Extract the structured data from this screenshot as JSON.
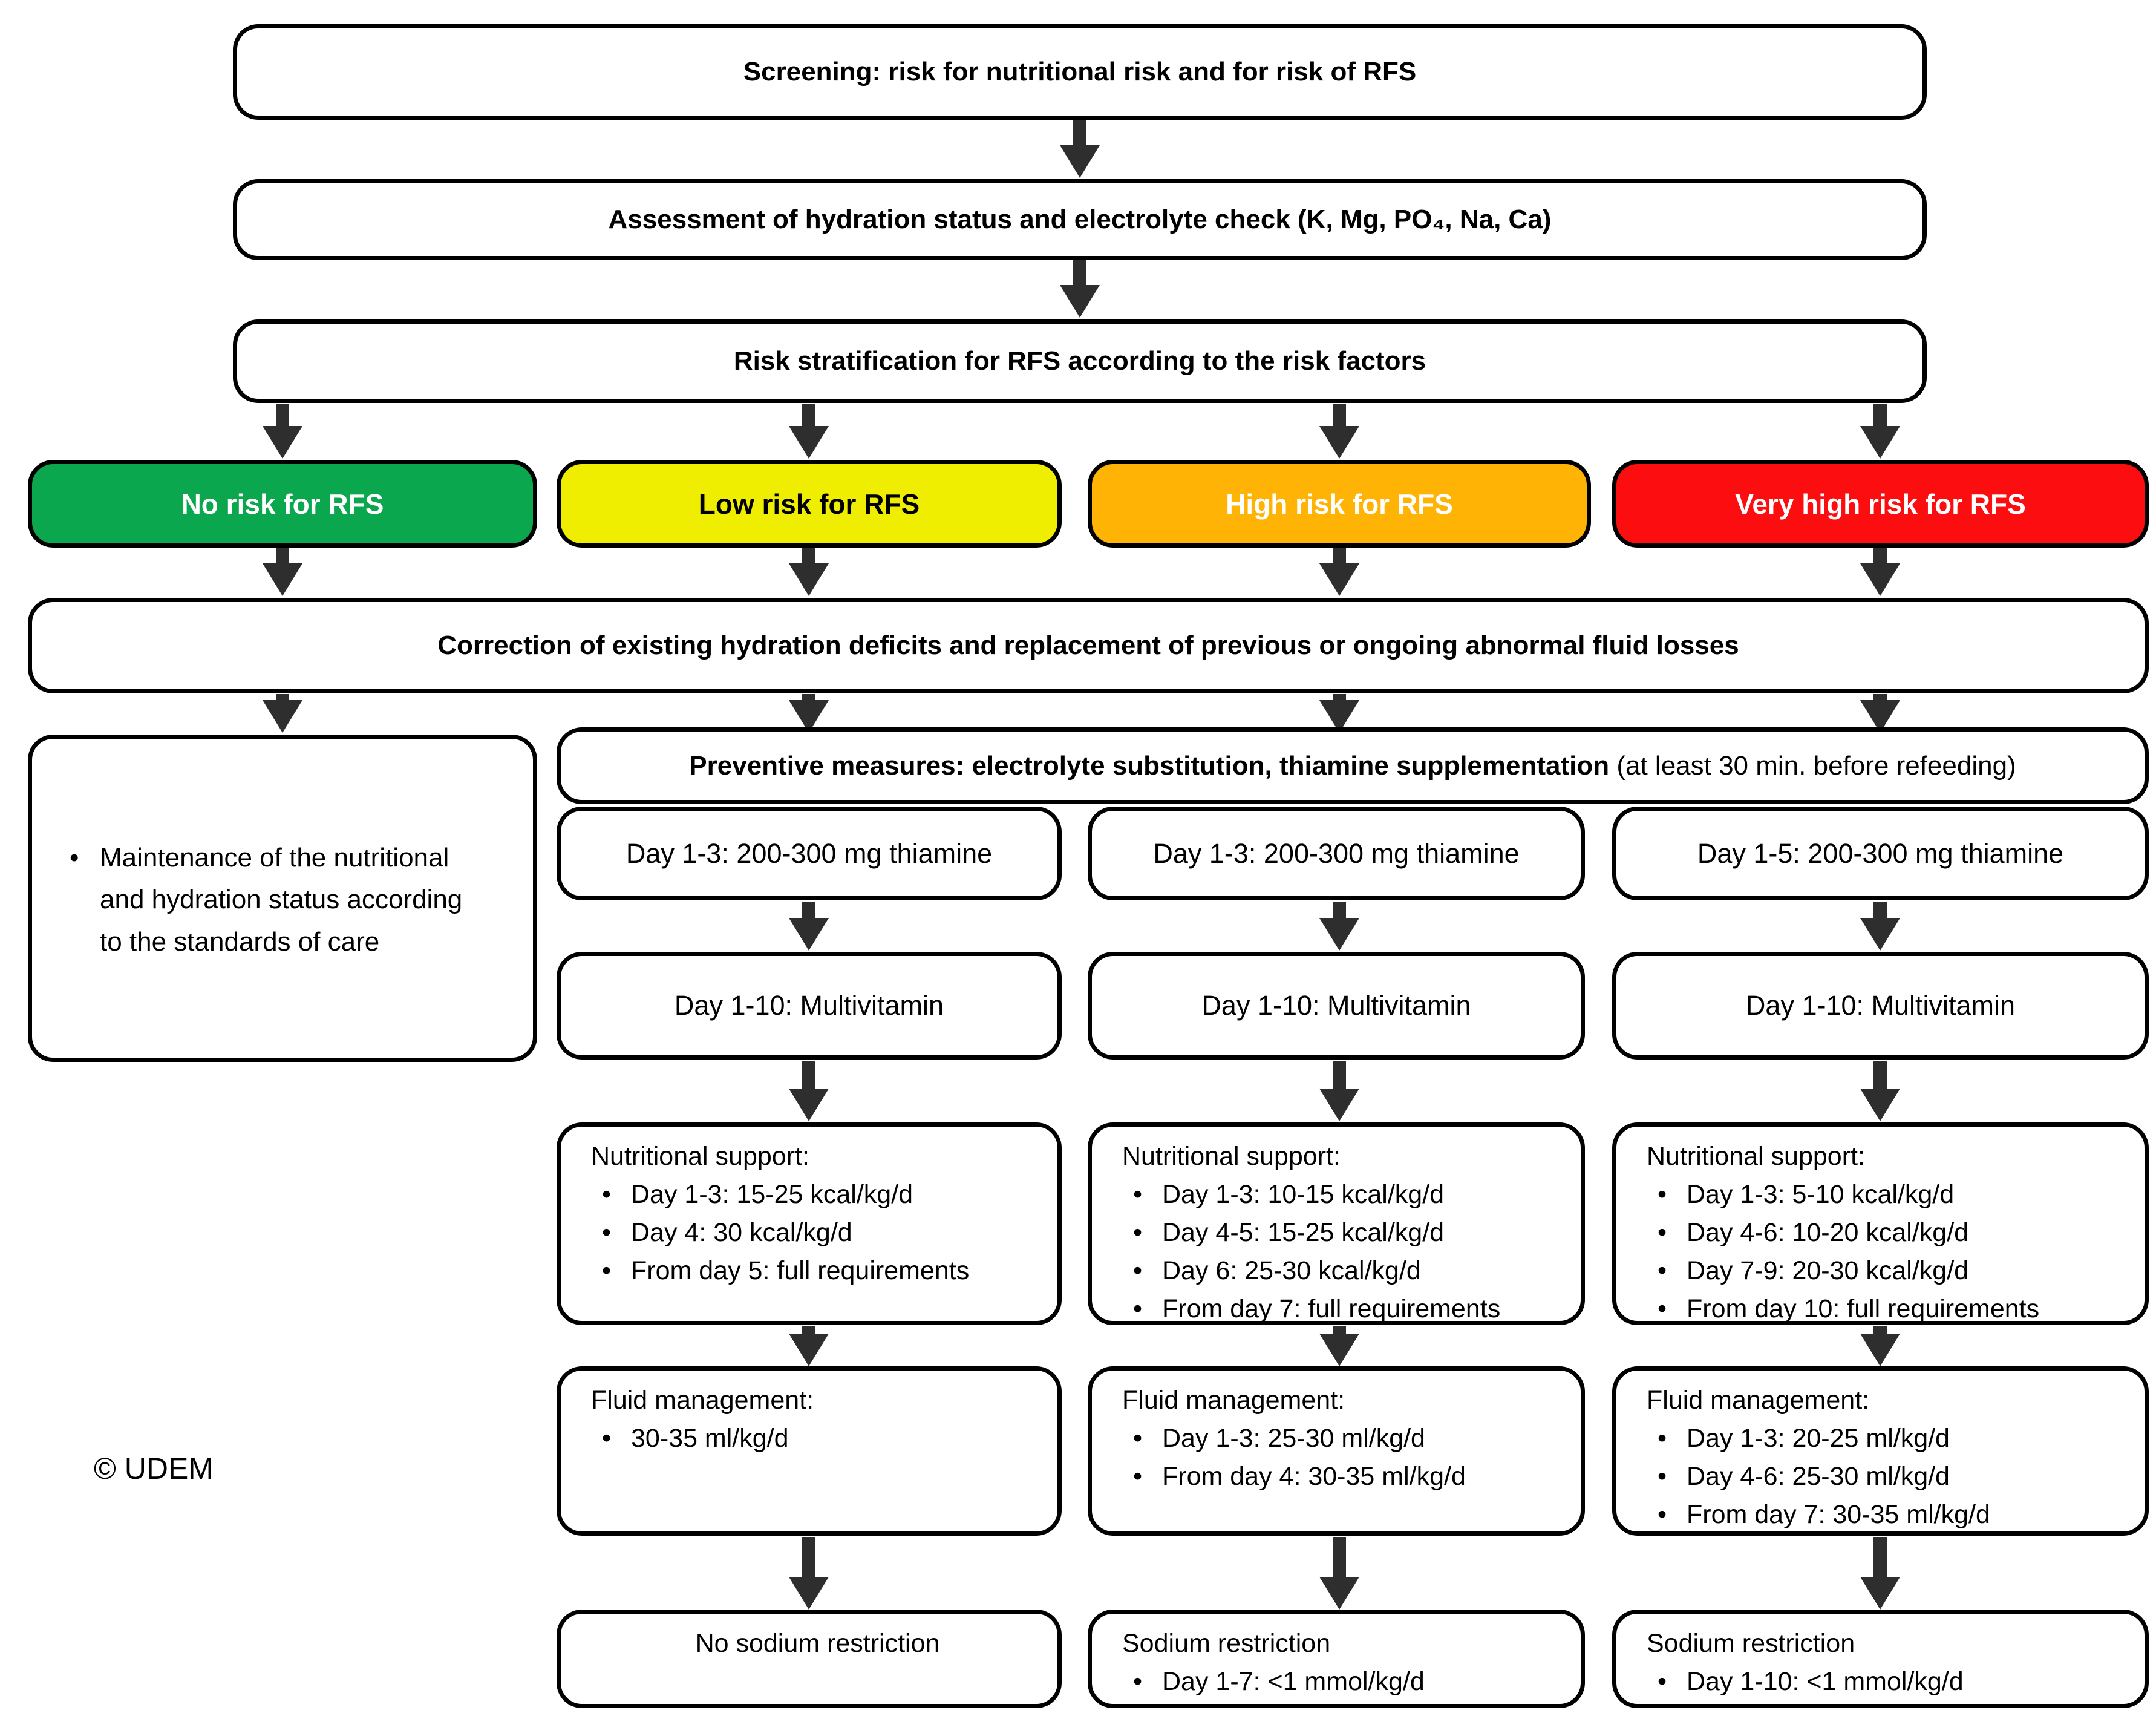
{
  "flow": {
    "screening": "Screening: risk for nutritional risk and for risk of RFS",
    "assessment": "Assessment of hydration status and electrolyte check (K, Mg, PO₄, Na, Ca)",
    "risk_stratification": "Risk stratification for RFS according to the risk factors",
    "risk_levels": [
      {
        "label": "No risk for RFS",
        "bg": "#0aa74e",
        "fg": "#ffffff"
      },
      {
        "label": "Low risk for RFS",
        "bg": "#f0ee00",
        "fg": "#000000"
      },
      {
        "label": "High risk for RFS",
        "bg": "#ffb405",
        "fg": "#ffffff"
      },
      {
        "label": "Very high risk for RFS",
        "bg": "#fc0d10",
        "fg": "#ffffff"
      }
    ],
    "correction": "Correction of existing hydration deficits and replacement of previous or ongoing abnormal fluid losses",
    "maintenance": {
      "items": [
        "Maintenance of the nutritional and hydration status according to the standards of care"
      ]
    },
    "preventive": {
      "bold": "Preventive measures: electrolyte substitution, thiamine supplementation",
      "normal": " (at least 30 min. before refeeding)"
    },
    "columns": [
      {
        "risk": "low",
        "thiamine": "Day 1-3: 200-300 mg thiamine",
        "multivitamin": "Day 1-10: Multivitamin",
        "nutrition": {
          "title": "Nutritional support:",
          "items": [
            "Day 1-3: 15-25 kcal/kg/d",
            "Day 4: 30 kcal/kg/d",
            "From day 5: full requirements"
          ]
        },
        "fluid": {
          "title": "Fluid management:",
          "items": [
            "30-35 ml/kg/d"
          ]
        },
        "sodium": {
          "title": "No sodium restriction",
          "items": []
        }
      },
      {
        "risk": "high",
        "thiamine": "Day 1-3: 200-300 mg thiamine",
        "multivitamin": "Day 1-10: Multivitamin",
        "nutrition": {
          "title": "Nutritional support:",
          "items": [
            "Day 1-3: 10-15 kcal/kg/d",
            "Day 4-5: 15-25 kcal/kg/d",
            "Day 6: 25-30 kcal/kg/d",
            "From day 7: full requirements"
          ]
        },
        "fluid": {
          "title": "Fluid management:",
          "items": [
            "Day 1-3: 25-30 ml/kg/d",
            "From day 4: 30-35 ml/kg/d"
          ]
        },
        "sodium": {
          "title": "Sodium restriction",
          "items": [
            "Day 1-7: <1 mmol/kg/d"
          ]
        }
      },
      {
        "risk": "very-high",
        "thiamine": "Day 1-5: 200-300 mg thiamine",
        "multivitamin": "Day 1-10: Multivitamin",
        "nutrition": {
          "title": "Nutritional support:",
          "items": [
            "Day 1-3: 5-10 kcal/kg/d",
            "Day 4-6: 10-20 kcal/kg/d",
            "Day 7-9: 20-30 kcal/kg/d",
            "From day 10: full requirements"
          ]
        },
        "fluid": {
          "title": "Fluid management:",
          "items": [
            "Day 1-3: 20-25 ml/kg/d",
            "Day 4-6: 25-30 ml/kg/d",
            "From day 7: 30-35 ml/kg/d"
          ]
        },
        "sodium": {
          "title": "Sodium restriction",
          "items": [
            "Day 1-10: <1 mmol/kg/d"
          ]
        }
      }
    ],
    "copyright": "© UDEM"
  }
}
